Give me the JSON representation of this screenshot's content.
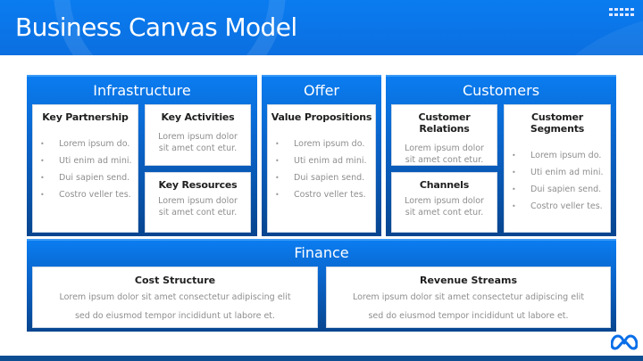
{
  "header": {
    "title": "Business Canvas Model",
    "menu_icon": "grid-dots-icon"
  },
  "colors": {
    "primary_blue": "#0a7cf0",
    "dark_blue": "#07458f",
    "footer_blue": "#0d4e92",
    "title_text": "#1e1e1e",
    "body_text": "#8e8e8e"
  },
  "infrastructure": {
    "title": "Infrastructure",
    "key_partnership": {
      "title": "Key Partnership",
      "bullets": [
        "Lorem ipsum do.",
        "Uti enim ad mini.",
        "Dui sapien send.",
        "Costro veller tes."
      ]
    },
    "key_activities": {
      "title": "Key Activities",
      "text_line1": "Lorem ipsum dolor",
      "text_line2": "sit amet cont etur."
    },
    "key_resources": {
      "title": "Key Resources",
      "text_line1": "Lorem ipsum dolor",
      "text_line2": "sit amet cont etur."
    }
  },
  "offer": {
    "title": "Offer",
    "value_propositions": {
      "title": "Value Propositions",
      "bullets": [
        "Lorem ipsum do.",
        "Uti enim ad mini.",
        "Dui sapien send.",
        "Costro veller tes."
      ]
    }
  },
  "customers": {
    "title": "Customers",
    "customer_relations": {
      "title": "Customer Relations",
      "text_line1": "Lorem ipsum dolor",
      "text_line2": "sit amet cont etur."
    },
    "channels": {
      "title": "Channels",
      "text_line1": "Lorem ipsum dolor",
      "text_line2": "sit amet cont etur."
    },
    "customer_segments": {
      "title": "Customer Segments",
      "bullets": [
        "Lorem ipsum do.",
        "Uti enim ad mini.",
        "Dui sapien send.",
        "Costro veller tes."
      ]
    }
  },
  "finance": {
    "title": "Finance",
    "cost_structure": {
      "title": "Cost Structure",
      "text_line1": "Lorem ipsum dolor sit amet consectetur adipiscing elit",
      "text_line2": "sed do eiusmod tempor incididunt ut labore et."
    },
    "revenue_streams": {
      "title": "Revenue Streams",
      "text_line1": "Lorem ipsum dolor sit amet consectetur adipiscing elit",
      "text_line2": "sed do eiusmod tempor incididunt ut labore et."
    }
  },
  "footer": {
    "logo_icon": "meta-infinity-logo-icon"
  }
}
